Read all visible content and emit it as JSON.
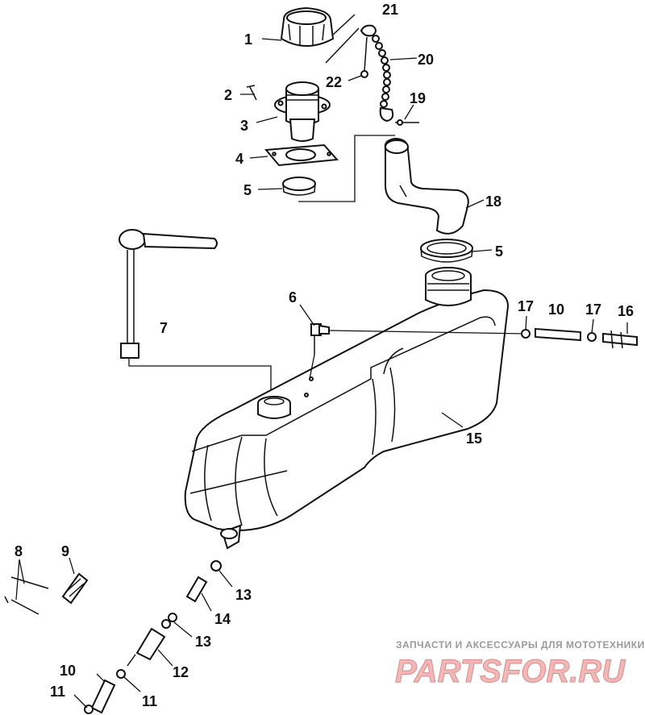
{
  "callouts": [
    "1",
    "2",
    "3",
    "4",
    "5",
    "5",
    "6",
    "7",
    "8",
    "9",
    "10",
    "10",
    "11",
    "11",
    "12",
    "13",
    "13",
    "14",
    "15",
    "16",
    "17",
    "17",
    "18",
    "19",
    "20",
    "21",
    "22"
  ],
  "watermark": {
    "subtitle": "ЗАПЧАСТИ И АКСЕССУАРЫ ДЛЯ МОТОТЕХНИКИ",
    "brand": "PARTSFOR.RU"
  }
}
